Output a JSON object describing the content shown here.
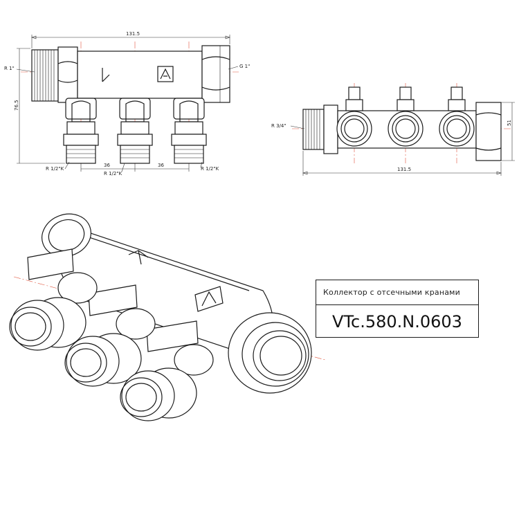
{
  "front_view": {
    "dims": {
      "overall_length": "131.5",
      "height": "76.5",
      "pitch_1": "36",
      "pitch_2": "36"
    },
    "labels": {
      "inlet_thread": "R 1\"",
      "outlet_thread": "G 1\"",
      "branch_left": "R 1/2\"K",
      "branch_mid": "R 1/2\"K",
      "branch_right": "R 1/2\"K"
    }
  },
  "side_view": {
    "dims": {
      "overall_length": "131.5",
      "height": "51"
    },
    "labels": {
      "inlet_thread": "R 3/4\""
    }
  },
  "title_block": {
    "description": "Коллектор с отсечными кранами",
    "code": "VTc.580.N.0603"
  }
}
